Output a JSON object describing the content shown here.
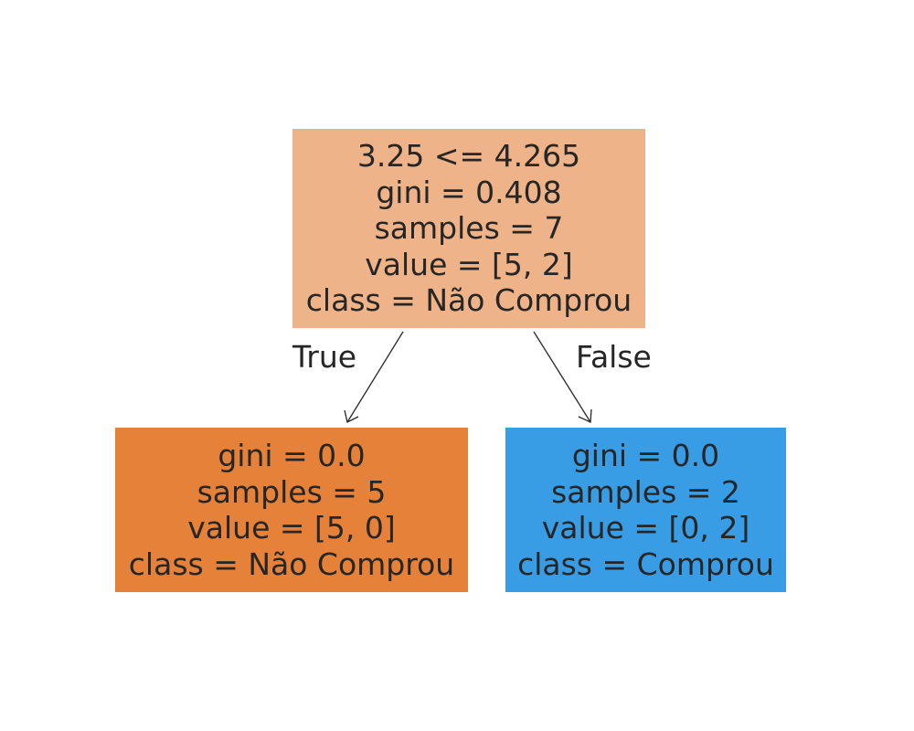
{
  "tree": {
    "nodes": [
      {
        "id": "root",
        "color": "#eeb388",
        "lines": [
          "3.25 <= 4.265",
          "gini = 0.408",
          "samples = 7",
          "value = [5, 2]",
          "class = Não Comprou"
        ]
      },
      {
        "id": "left",
        "color": "#e58139",
        "lines": [
          "gini = 0.0",
          "samples = 5",
          "value = [5, 0]",
          "class = Não Comprou"
        ]
      },
      {
        "id": "right",
        "color": "#399de5",
        "lines": [
          "gini = 0.0",
          "samples = 2",
          "value = [0, 2]",
          "class = Comprou"
        ]
      }
    ],
    "edges": [
      {
        "from": "root",
        "to": "left",
        "label": "True"
      },
      {
        "from": "root",
        "to": "right",
        "label": "False"
      }
    ],
    "edge_color": "#262626",
    "text_color": "#262626"
  }
}
